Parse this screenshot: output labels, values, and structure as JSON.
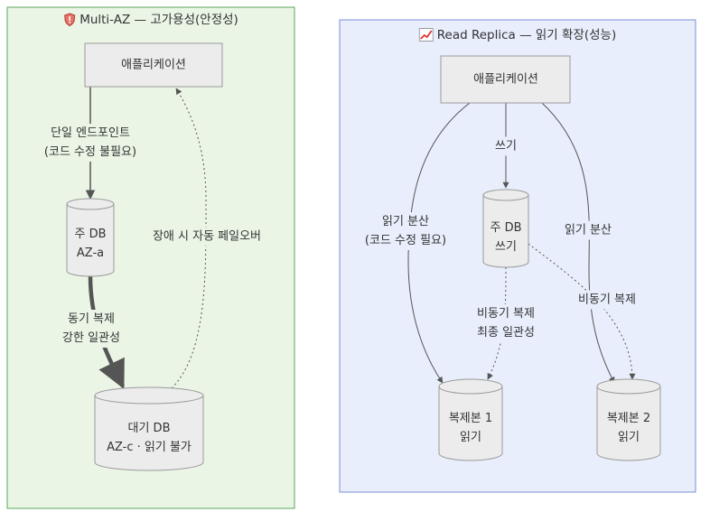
{
  "left_group": {
    "title": "Multi-AZ — 고가용성(안정성)",
    "icon": "shield-icon",
    "fill": "#eaf5e6",
    "stroke": "#5aa75a",
    "app": "애플리케이션",
    "primary_db": [
      "주 DB",
      "AZ-a"
    ],
    "standby_db": [
      "대기 DB",
      "AZ-c · 읽기 불가"
    ],
    "edge_app_primary": [
      "단일 엔드포인트",
      "(코드 수정 불필요)"
    ],
    "edge_sync": [
      "동기 복제",
      "강한 일관성"
    ],
    "edge_failover": "장애 시 자동 페일오버"
  },
  "right_group": {
    "title": "Read Replica — 읽기 확장(성능)",
    "icon": "chart-increasing-icon",
    "fill": "#e8eefc",
    "stroke": "#7a8fd6",
    "app": "애플리케이션",
    "primary_db": [
      "주 DB",
      "쓰기"
    ],
    "replica1": [
      "복제본 1",
      "읽기"
    ],
    "replica2": [
      "복제본 2",
      "읽기"
    ],
    "edge_write": "쓰기",
    "edge_read_left": [
      "읽기 분산",
      "(코드 수정 필요)"
    ],
    "edge_read_right": "읽기 분산",
    "edge_async1": [
      "비동기 복제",
      "최종 일관성"
    ],
    "edge_async2": "비동기 복제"
  },
  "colors": {
    "node_fill": "#ececec",
    "node_stroke": "#9a9a9a",
    "edge": "#555555"
  }
}
